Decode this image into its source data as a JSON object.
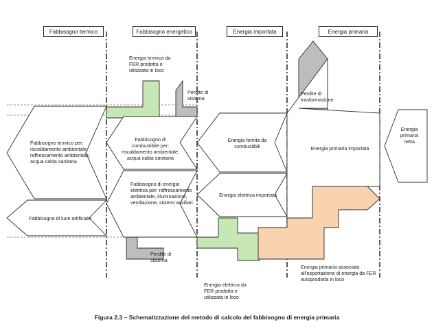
{
  "headers": {
    "thermal_need": "Fabbisogno termico",
    "energy_need": "Fabbisogno energetico",
    "imported_energy": "Energia importata",
    "primary_energy": "Energia primaria"
  },
  "labels": {
    "thermal_need_detail": "Fabbisogno termico per: riscaldamento ambientale, raffrescamento ambientale, acqua calda sanitaria",
    "light_need": "Fabbisogno di luce artificiale",
    "fuel_need": "Fabbisogno di combustibile per: riscaldamento ambientale, acqua calda sanitaria",
    "electric_need": "Fabbisogno di energia elettrica per: raffrescamento ambientale, illuminazione, ventilazione, sistemi ausiliari",
    "fer_thermal": "Energia termica da FER prodotta e utilizzata in loco",
    "system_losses_top": "Perdite di sistema",
    "system_losses_bottom": "Perdite di sistema",
    "fuel_energy": "Energia fornita da combustibili",
    "imported_electric": "Energia elettrica importata",
    "fer_electric": "Energia elettrica da FER prodotta e utilizzata in loco",
    "transformation_losses": "Perdite di trasformazione",
    "imported_primary": "Energia primaria importata",
    "exported_primary": "Energia primaria associata all'esportazione di energia da FER autoprodotta in loco",
    "net_primary": "Energia primaria netta"
  },
  "caption": "Figura 2.3 – Schematizzazione del metodo di calcolo del fabbisogno di energia primaria",
  "colors": {
    "fer_green": "#c7e8b4",
    "losses_gray": "#bdbdbd",
    "export_peach": "#f9d2b0",
    "outline": "#2a2a2a"
  }
}
